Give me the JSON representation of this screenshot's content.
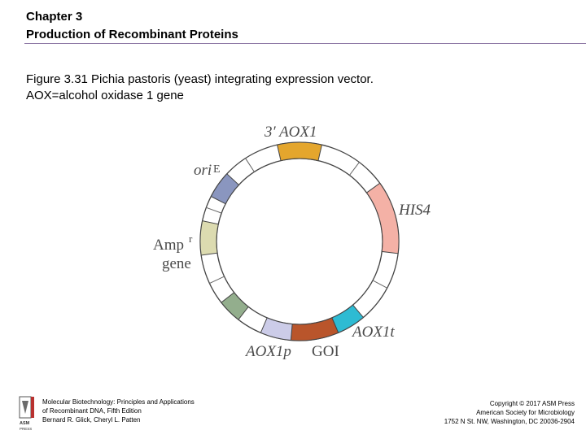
{
  "header": {
    "chapter": "Chapter 3",
    "title": "Production of Recombinant Proteins"
  },
  "caption": {
    "line1": "Figure 3.31 Pichia pastoris (yeast) integrating expression vector.",
    "line2": "AOX=alcohol oxidase 1 gene"
  },
  "plasmid": {
    "segments": [
      {
        "name": "3′ AOX1",
        "color": "#e4a62d"
      },
      {
        "name": "HIS4",
        "color": "#f4b1a6"
      },
      {
        "name": "AOX1t",
        "color": "#2ebbd3"
      },
      {
        "name": "GOI",
        "color": "#b9552b"
      },
      {
        "name": "AOX1p",
        "color": "#cccce8"
      },
      {
        "name": "unlabeled",
        "color": "#93ae8d"
      },
      {
        "name": "Amp r gene",
        "color": "#dcdbb0"
      },
      {
        "name": "ori E",
        "color": "#8a96bf"
      }
    ],
    "labels": {
      "aox1_3prime": "3′ AOX1",
      "orie_main": "ori",
      "orie_sup": "E",
      "his4": "HIS4",
      "amp_main": "Amp",
      "amp_sup": "r",
      "amp_gene": "gene",
      "aox1t": "AOX1t",
      "aox1p": "AOX1p",
      "goi": "GOI"
    }
  },
  "footer": {
    "left": [
      "Molecular Biotechnology: Principles and Applications",
      "of Recombinant DNA, Fifth Edition",
      "Bernard R. Glick, Cheryl L. Patten"
    ],
    "right": [
      "Copyright © 2017 ASM Press",
      "American Society for Microbiology",
      "1752 N St. NW, Washington, DC 20036-2904"
    ],
    "logo_text": "ASM PRESS"
  }
}
